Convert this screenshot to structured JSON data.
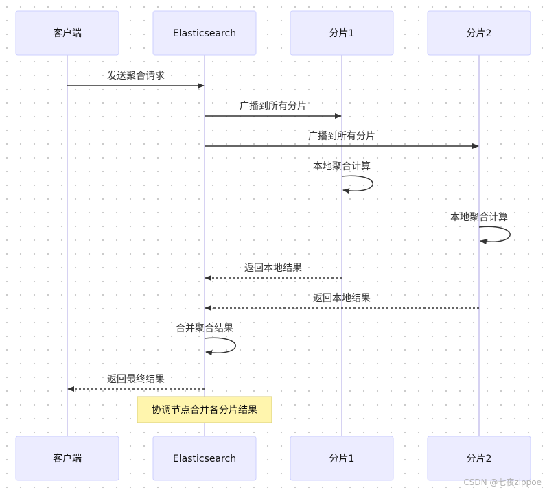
{
  "participants": [
    {
      "id": "client",
      "label": "客户端"
    },
    {
      "id": "es",
      "label": "Elasticsearch"
    },
    {
      "id": "shard1",
      "label": "分片1"
    },
    {
      "id": "shard2",
      "label": "分片2"
    }
  ],
  "messages": [
    {
      "from": "client",
      "to": "es",
      "label": "发送聚合请求",
      "style": "solid"
    },
    {
      "from": "es",
      "to": "shard1",
      "label": "广播到所有分片",
      "style": "solid"
    },
    {
      "from": "es",
      "to": "shard2",
      "label": "广播到所有分片",
      "style": "solid"
    },
    {
      "from": "shard1",
      "to": "shard1",
      "label": "本地聚合计算",
      "style": "solid"
    },
    {
      "from": "shard2",
      "to": "shard2",
      "label": "本地聚合计算",
      "style": "solid"
    },
    {
      "from": "shard1",
      "to": "es",
      "label": "返回本地结果",
      "style": "dashed"
    },
    {
      "from": "shard2",
      "to": "es",
      "label": "返回本地结果",
      "style": "dashed"
    },
    {
      "from": "es",
      "to": "es",
      "label": "合并聚合结果",
      "style": "solid"
    },
    {
      "from": "es",
      "to": "client",
      "label": "返回最终结果",
      "style": "dashed"
    }
  ],
  "note": {
    "over": "es",
    "label": "协调节点合并各分片结果"
  },
  "watermark": "CSDN @七夜zippoe",
  "colors": {
    "actor_fill": "#ececff",
    "actor_border": "#cccfff",
    "lifeline": "#c8c4ee",
    "arrow": "#333333",
    "note_fill": "#fff5ad",
    "note_border": "#d8ce7a"
  }
}
